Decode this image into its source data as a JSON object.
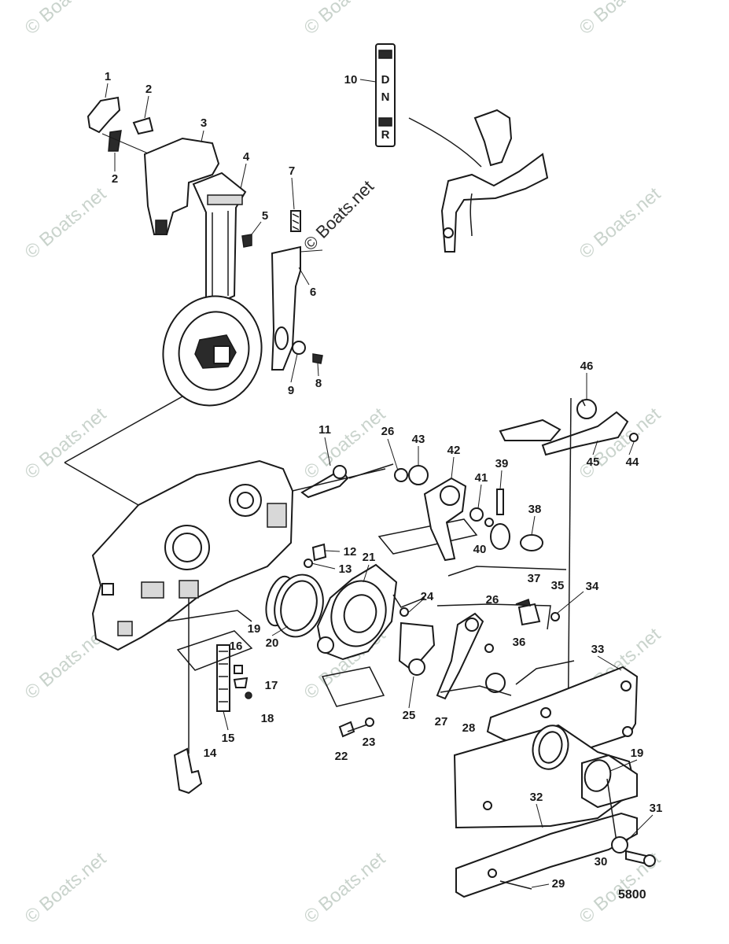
{
  "watermark": "© Boats.net",
  "center_watermark": "© Boats.net",
  "figure_number": "5800",
  "callouts": [
    "1",
    "2",
    "2",
    "3",
    "4",
    "5",
    "6",
    "7",
    "8",
    "9",
    "10",
    "11",
    "12",
    "13",
    "14",
    "15",
    "16",
    "17",
    "18",
    "19",
    "19",
    "20",
    "21",
    "22",
    "23",
    "24",
    "25",
    "26",
    "26",
    "27",
    "28",
    "29",
    "30",
    "31",
    "32",
    "33",
    "34",
    "35",
    "36",
    "37",
    "38",
    "39",
    "40",
    "41",
    "42",
    "43",
    "44",
    "45",
    "46"
  ],
  "shift_label_letters": [
    "D",
    "N",
    "R"
  ]
}
